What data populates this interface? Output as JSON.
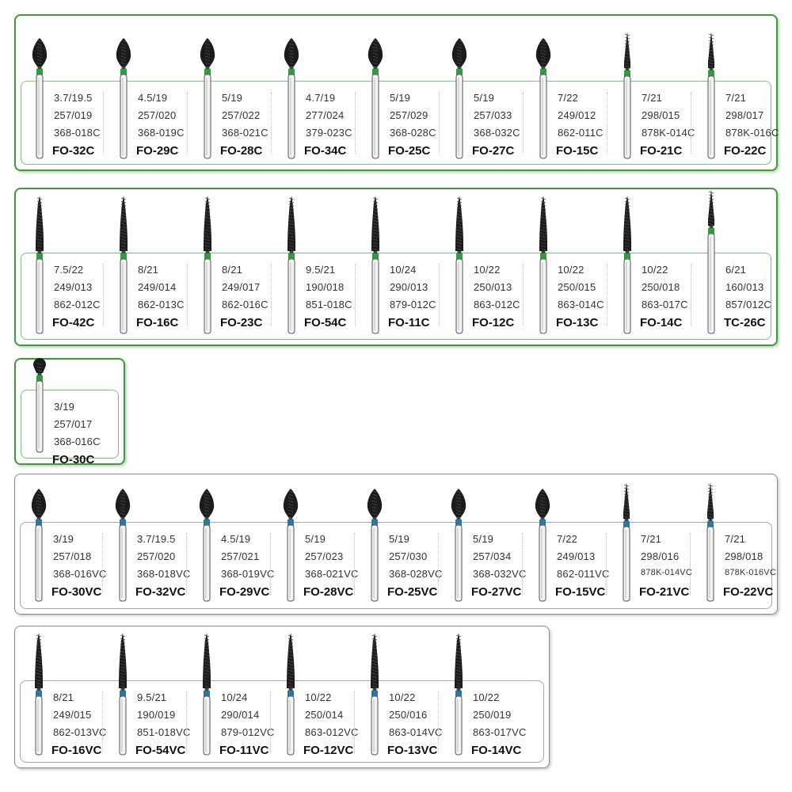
{
  "colors": {
    "green_band": "#2e9e3c",
    "blue_band": "#2a78a8",
    "panel_green": "#3f9a3a",
    "panel_gray": "#8a8a8a"
  },
  "groups": [
    {
      "items": [
        {
          "size": "3.7/19.5",
          "iso": "257/019",
          "ref": "368-018C",
          "code": "FO-32C",
          "shape": "flame"
        },
        {
          "size": "4.5/19",
          "iso": "257/020",
          "ref": "368-019C",
          "code": "FO-29C",
          "shape": "flame"
        },
        {
          "size": "5/19",
          "iso": "257/022",
          "ref": "368-021C",
          "code": "FO-28C",
          "shape": "flame"
        },
        {
          "size": "4.7/19",
          "iso": "277/024",
          "ref": "379-023C",
          "code": "FO-34C",
          "shape": "flame"
        },
        {
          "size": "5/19",
          "iso": "257/029",
          "ref": "368-028C",
          "code": "FO-25C",
          "shape": "flame"
        },
        {
          "size": "5/19",
          "iso": "257/033",
          "ref": "368-032C",
          "code": "FO-27C",
          "shape": "flame"
        },
        {
          "size": "7/22",
          "iso": "249/012",
          "ref": "862-011C",
          "code": "FO-15C",
          "shape": "flame"
        },
        {
          "size": "7/21",
          "iso": "298/015",
          "ref": "878K-014C",
          "code": "FO-21C",
          "shape": "needle"
        },
        {
          "size": "7/21",
          "iso": "298/017",
          "ref": "878K-016C",
          "code": "FO-22C",
          "shape": "needle"
        }
      ]
    },
    {
      "items": [
        {
          "size": "7.5/22",
          "iso": "249/013",
          "ref": "862-012C",
          "code": "FO-42C",
          "shape": "taper"
        },
        {
          "size": "8/21",
          "iso": "249/014",
          "ref": "862-013C",
          "code": "FO-16C",
          "shape": "taper"
        },
        {
          "size": "8/21",
          "iso": "249/017",
          "ref": "862-016C",
          "code": "FO-23C",
          "shape": "taper"
        },
        {
          "size": "9.5/21",
          "iso": "190/018",
          "ref": "851-018C",
          "code": "FO-54C",
          "shape": "taper"
        },
        {
          "size": "10/24",
          "iso": "290/013",
          "ref": "879-012C",
          "code": "FO-11C",
          "shape": "taper"
        },
        {
          "size": "10/22",
          "iso": "250/013",
          "ref": "863-012C",
          "code": "FO-12C",
          "shape": "taper"
        },
        {
          "size": "10/22",
          "iso": "250/015",
          "ref": "863-014C",
          "code": "FO-13C",
          "shape": "taper"
        },
        {
          "size": "10/22",
          "iso": "250/018",
          "ref": "863-017C",
          "code": "FO-14C",
          "shape": "taper"
        },
        {
          "size": "6/21",
          "iso": "160/013",
          "ref": "857/012C",
          "code": "TC-26C",
          "shape": "needle"
        }
      ]
    },
    {
      "items": [
        {
          "size": "3/19",
          "iso": "257/017",
          "ref": "368-016C",
          "code": "FO-30C",
          "shape": "ball"
        }
      ]
    },
    {
      "items": [
        {
          "size": "3/19",
          "iso": "257/018",
          "ref": "368-016VC",
          "code": "FO-30VC",
          "shape": "flame"
        },
        {
          "size": "3.7/19.5",
          "iso": "257/020",
          "ref": "368-018VC",
          "code": "FO-32VC",
          "shape": "flame"
        },
        {
          "size": "4.5/19",
          "iso": "257/021",
          "ref": "368-019VC",
          "code": "FO-29VC",
          "shape": "flame"
        },
        {
          "size": "5/19",
          "iso": "257/023",
          "ref": "368-021VC",
          "code": "FO-28VC",
          "shape": "flame"
        },
        {
          "size": "5/19",
          "iso": "257/030",
          "ref": "368-028VC",
          "code": "FO-25VC",
          "shape": "flame"
        },
        {
          "size": "5/19",
          "iso": "257/034",
          "ref": "368-032VC",
          "code": "FO-27VC",
          "shape": "flame"
        },
        {
          "size": "7/22",
          "iso": "249/013",
          "ref": "862-011VC",
          "code": "FO-15VC",
          "shape": "flame"
        },
        {
          "size": "7/21",
          "iso": "298/016",
          "ref": "878K-014VC",
          "code": "FO-21VC",
          "shape": "needle"
        },
        {
          "size": "7/21",
          "iso": "298/018",
          "ref": "878K-016VC",
          "code": "FO-22VC",
          "shape": "needle"
        }
      ]
    },
    {
      "items": [
        {
          "size": "8/21",
          "iso": "249/015",
          "ref": "862-013VC",
          "code": "FO-16VC",
          "shape": "taper"
        },
        {
          "size": "9.5/21",
          "iso": "190/019",
          "ref": "851-018VC",
          "code": "FO-54VC",
          "shape": "taper"
        },
        {
          "size": "10/24",
          "iso": "290/014",
          "ref": "879-012VC",
          "code": "FO-11VC",
          "shape": "taper"
        },
        {
          "size": "10/22",
          "iso": "250/014",
          "ref": "863-012VC",
          "code": "FO-12VC",
          "shape": "taper"
        },
        {
          "size": "10/22",
          "iso": "250/016",
          "ref": "863-014VC",
          "code": "FO-13VC",
          "shape": "taper"
        },
        {
          "size": "10/22",
          "iso": "250/019",
          "ref": "863-017VC",
          "code": "FO-14VC",
          "shape": "taper"
        }
      ]
    }
  ]
}
